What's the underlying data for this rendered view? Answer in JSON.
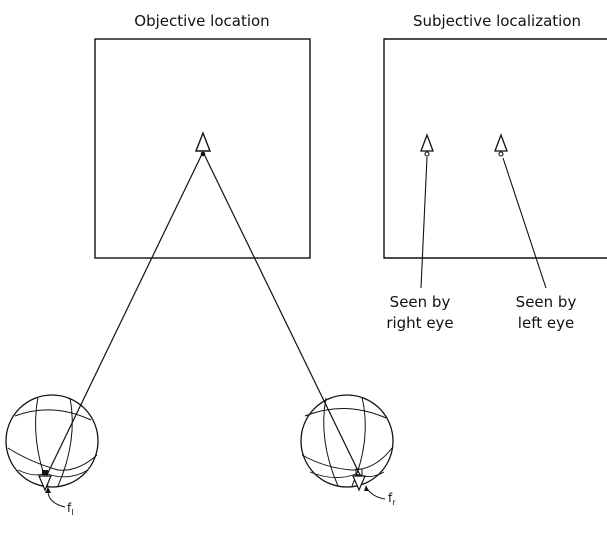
{
  "diagram": {
    "titles": {
      "objective": "Objective location",
      "subjective": "Subjective localization"
    },
    "captions": {
      "right_eye_line1": "Seen by",
      "right_eye_line2": "right eye",
      "left_eye_line1": "Seen by",
      "left_eye_line2": "left eye"
    },
    "fovea_labels": {
      "left_main": "f",
      "left_sub": "l",
      "right_main": "f",
      "right_sub": "r"
    }
  }
}
